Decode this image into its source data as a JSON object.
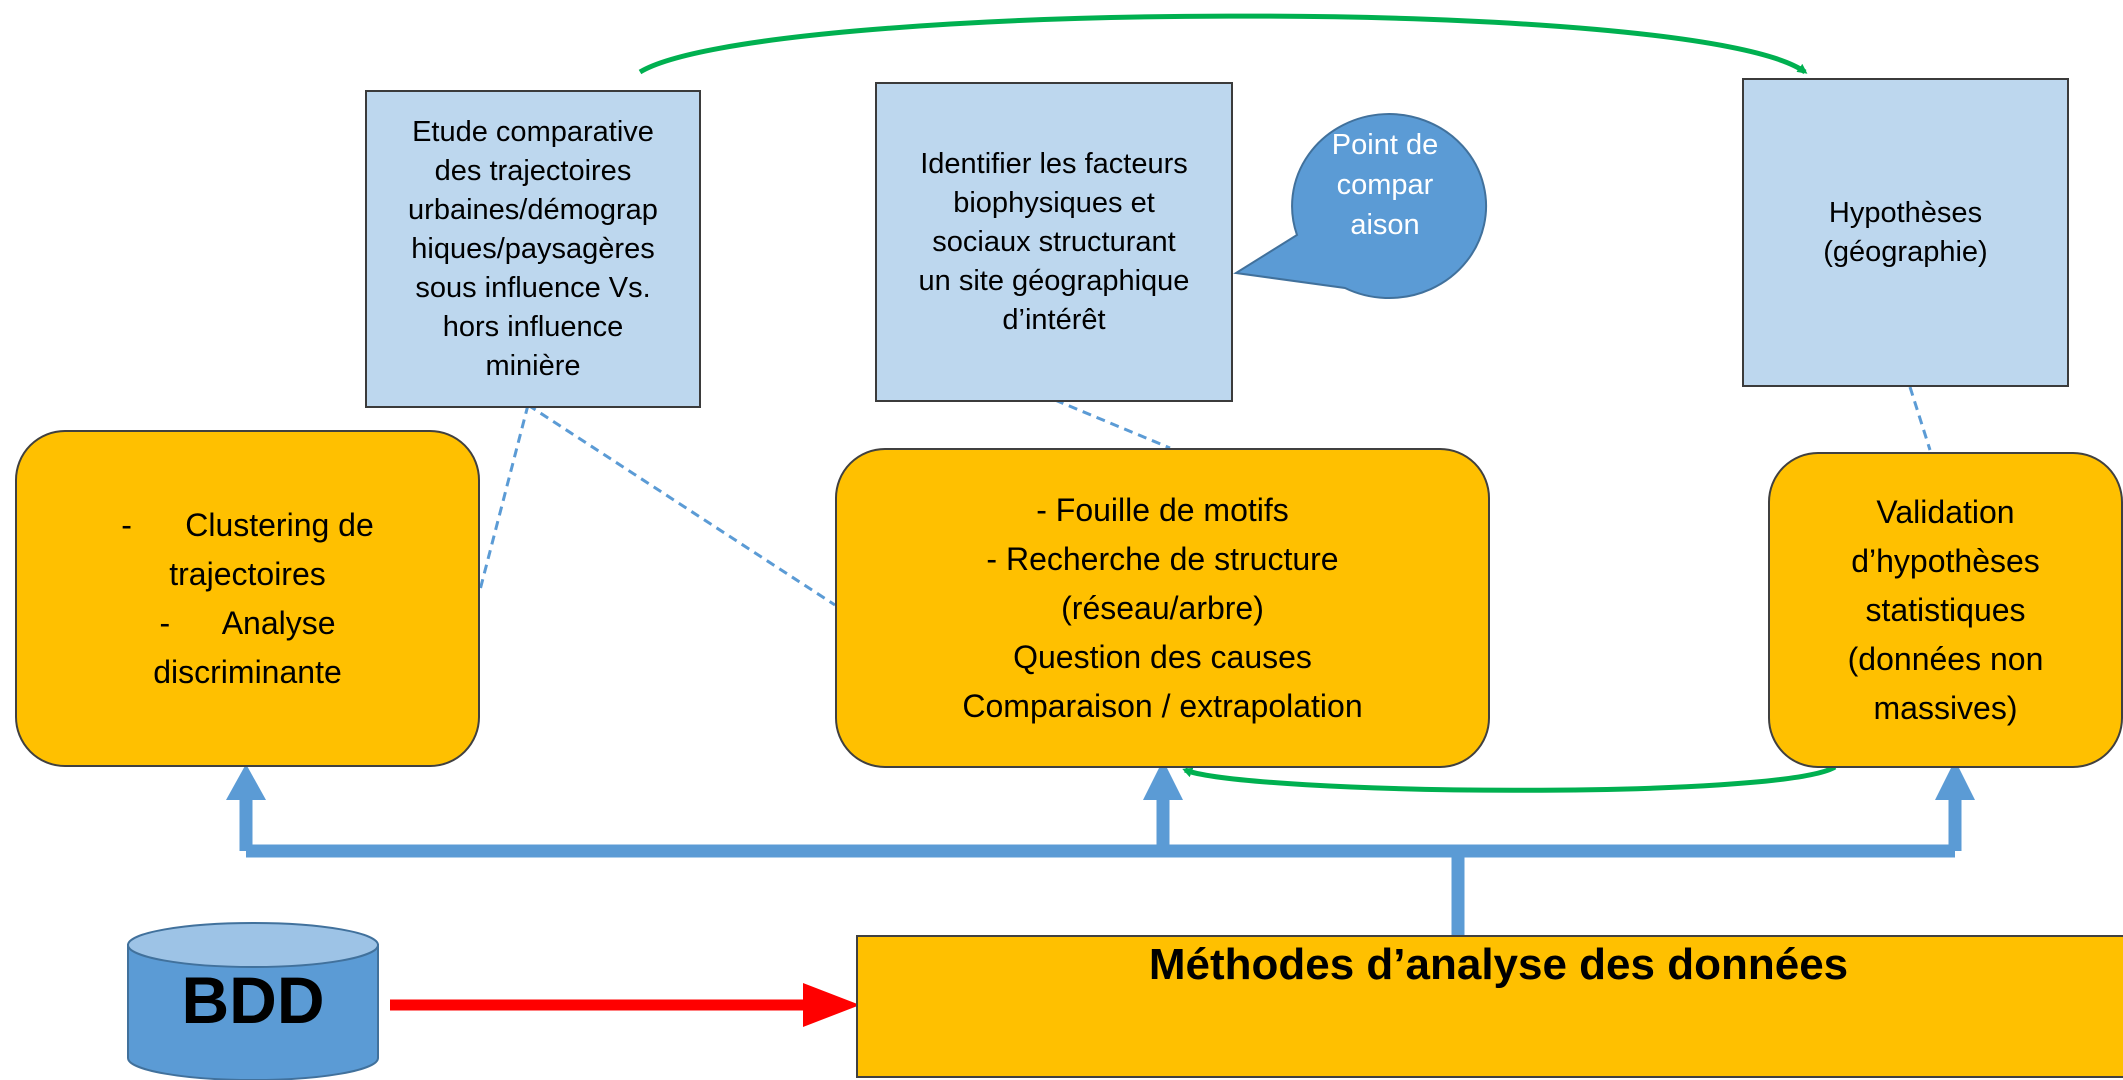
{
  "boxes": {
    "etude": [
      "Etude comparative",
      "des trajectoires",
      "urbaines/démograp",
      "hiques/paysagères",
      "sous influence Vs.",
      "hors influence",
      "minière"
    ],
    "identifier": [
      "Identifier les facteurs",
      "biophysiques et",
      "sociaux structurant",
      "un site géographique",
      "d’intérêt"
    ],
    "hypotheses": [
      "Hypothèses",
      "(géographie)"
    ]
  },
  "bubble": [
    "Point de",
    "compar",
    "aison"
  ],
  "orange": {
    "clustering": [
      "-      Clustering de",
      "trajectoires",
      "-      Analyse",
      "discriminante"
    ],
    "fouille": [
      "- Fouille de motifs",
      "- Recherche de structure",
      "(réseau/arbre)",
      "Question des causes",
      "Comparaison / extrapolation"
    ],
    "validation": [
      "Validation",
      "d’hypothèses",
      "statistiques",
      "(données non",
      "massives)"
    ]
  },
  "database": {
    "label": "BDD"
  },
  "methods": {
    "title": "Méthodes d’analyse des données"
  },
  "colors": {
    "light_blue_box": "#bdd7ee",
    "orange_box": "#ffc000",
    "blue_arrow": "#5b9bd5",
    "green_arrow": "#00b050",
    "red_arrow": "#ff0000",
    "dashed_link": "#5b9bd5"
  }
}
